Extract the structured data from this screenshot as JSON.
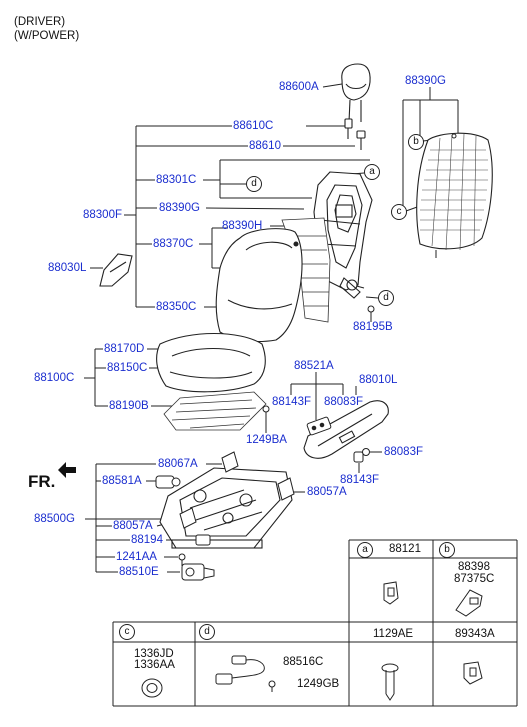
{
  "header": {
    "line1": "(DRIVER)",
    "line2": "(W/POWER)"
  },
  "orientation": {
    "label": "FR."
  },
  "callouts": {
    "a": "a",
    "b": "b",
    "c": "c",
    "d": "d"
  },
  "parts": {
    "p88600A": "88600A",
    "p88390G_top": "88390G",
    "p88610C": "88610C",
    "p88610": "88610",
    "p88301C": "88301C",
    "p88300F": "88300F",
    "p88390G": "88390G",
    "p88390H": "88390H",
    "p88370C": "88370C",
    "p88030L": "88030L",
    "p88350C": "88350C",
    "p88195B": "88195B",
    "p88170D": "88170D",
    "p88150C": "88150C",
    "p88100C": "88100C",
    "p88190B": "88190B",
    "p88521A": "88521A",
    "p88010L": "88010L",
    "p88143F_a": "88143F",
    "p88083F_a": "88083F",
    "p1249BA": "1249BA",
    "p88083F_b": "88083F",
    "p88143F_b": "88143F",
    "p88067A": "88067A",
    "p88581A": "88581A",
    "p88057A_r": "88057A",
    "p88500G": "88500G",
    "p88057A_l": "88057A",
    "p88194": "88194",
    "p1241AA": "1241AA",
    "p88510E": "88510E"
  },
  "table": {
    "a_header": "a",
    "a_part": "88121",
    "b_header": "b",
    "b_part1": "88398",
    "b_part2": "87375C",
    "c_header": "c",
    "c_part1": "1336JD",
    "c_part2": "1336AA",
    "d_header": "d",
    "d_part1": "88516C",
    "d_part2": "1249GB",
    "e_part": "1129AE",
    "f_part": "89343A"
  }
}
